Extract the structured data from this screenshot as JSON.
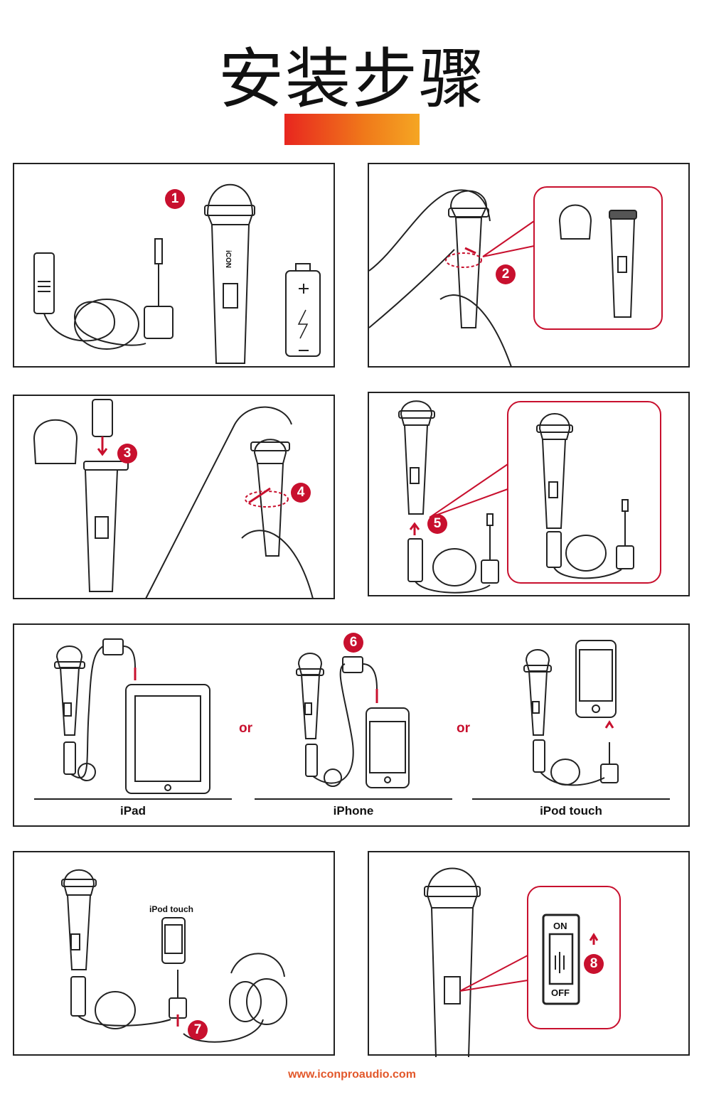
{
  "title": "安装步骤",
  "steps": [
    "1",
    "2",
    "3",
    "4",
    "5",
    "6",
    "7",
    "8"
  ],
  "connector": "or",
  "devices": [
    "iPad",
    "iPhone",
    "iPod touch"
  ],
  "step7_device": "iPod touch",
  "switch": {
    "on": "ON",
    "off": "OFF"
  },
  "mic_brand": "iCON",
  "footer_url": "www.iconproaudio.com",
  "colors": {
    "accent": "#c8102e",
    "title_highlight_start": "#e8261f",
    "title_highlight_end": "#f5a623",
    "url": "#e2572a",
    "ink": "#222222"
  }
}
